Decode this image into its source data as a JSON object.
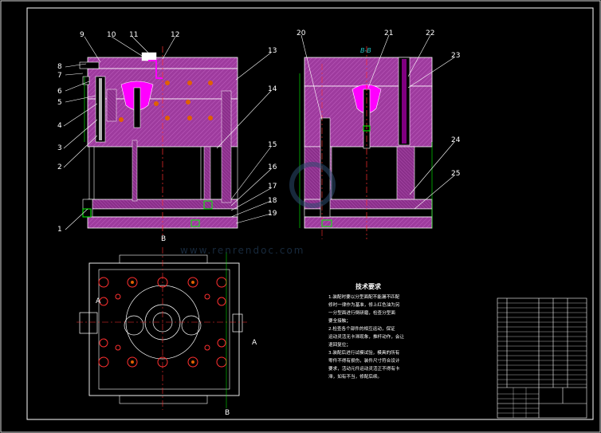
{
  "drawing": {
    "section_label": "B-B",
    "section_marks": [
      "A",
      "A",
      "B",
      "B"
    ],
    "callouts": [
      "1",
      "2",
      "3",
      "4",
      "5",
      "6",
      "7",
      "8",
      "9",
      "10",
      "11",
      "12",
      "13",
      "14",
      "15",
      "16",
      "17",
      "18",
      "19",
      "20",
      "21",
      "22",
      "23",
      "24",
      "25"
    ]
  },
  "tech_requirements": {
    "title": "技术要求",
    "lines": [
      "1.装配时要以分型面配不能漏不匹配",
      "修时一律作为基准，修上红色油为另",
      "一分型面进行倒研磨，检查分型面",
      "要全接触；",
      "2.检查各个部件的相互运动，保证",
      "运动灵活无卡滞现象，推杆动作，会让",
      "退回复位；",
      "3.装配后进行试模试验，模具的所有",
      "零件不得有损伤，装件尺寸符合设计",
      "要求，活动元件运动灵活正不得有卡",
      "滞，如有不当，修配后续。"
    ]
  },
  "watermark": "www.renrendoc.com",
  "colors": {
    "background": "#000000",
    "plate": "#9e3b9e",
    "part": "#ff00ff",
    "outline": "#ffffff",
    "centerline": "#ff3030",
    "dimension": "#00ff00",
    "section": "#22c3c3",
    "watermark": "#2b4b6e"
  }
}
